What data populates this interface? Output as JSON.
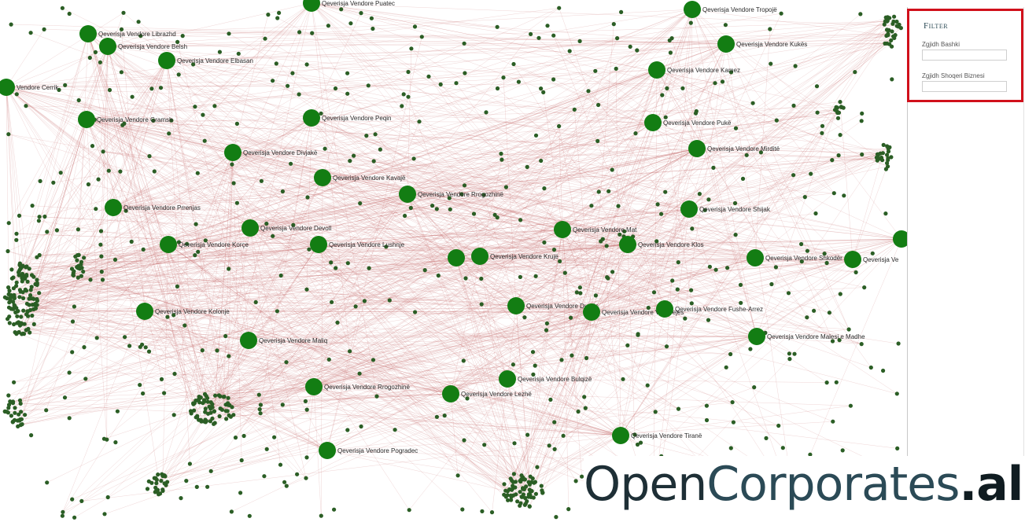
{
  "filter": {
    "title": "Filter",
    "municipality_label": "Zgjidh Bashki",
    "municipality_value": "",
    "company_label": "Zgjidh Shoqeri Biznesi",
    "company_value": ""
  },
  "brand": {
    "part1": "Open",
    "part2": "Corporates",
    "part3": ".al"
  },
  "colors": {
    "node": "#137d13",
    "small_node": "#2b5e25",
    "edge": "#c46a6a",
    "filter_border": "#d1101b"
  },
  "graph": {
    "hubs": [
      {
        "label": "Qeverisja Vendore Librazhd"
      },
      {
        "label": "Qeverisja Vendore Belsh"
      },
      {
        "label": "Qeverisja Vendore Elbasan"
      },
      {
        "label": "Vendore Cerrik"
      },
      {
        "label": "Qeverisja Vendore Gramsh"
      },
      {
        "label": "Qeverisja Vendore Peqin"
      },
      {
        "label": "Qeverisja Vendore Divjakë"
      },
      {
        "label": "Qeverisja Vendore Kavajë"
      },
      {
        "label": "Qeverisja Vendore Prrenjas"
      },
      {
        "label": "Qeverisja Vendore Rrogozhinë"
      },
      {
        "label": "Qeverisja Vendore Devoll"
      },
      {
        "label": "Qeverisja Vendore Korçe"
      },
      {
        "label": "Qeverisja Vendore Lushnje"
      },
      {
        "label": "Qeverisja Vendore Kolonje"
      },
      {
        "label": "Qeverisja Vendore Maliq"
      },
      {
        "label": "Qeverisja Vendore Rrogozhinë"
      },
      {
        "label": "Qeverisja Vendore Pogradec"
      },
      {
        "label": "Qeverisja Vendore Tropojë"
      },
      {
        "label": "Qeverisja Vendore Kukës"
      },
      {
        "label": "Qeverisja Vendore Kamez"
      },
      {
        "label": "Qeverisja Vendore Pukë"
      },
      {
        "label": "Qeverisja Vendore Mirditë"
      },
      {
        "label": "Qeverisja Vendore Shijak"
      },
      {
        "label": "Qeverisja Vendore Mat"
      },
      {
        "label": "Qeverisja Vendore Klos"
      },
      {
        "label": "Qeverisja Vendore Shkodër"
      },
      {
        "label": "Qeverisja Ve"
      },
      {
        "label": "Qeverisja Vendore Krujë"
      },
      {
        "label": "Qeverisja Vendore Durrës"
      },
      {
        "label": "Qeverisja Vendore Vau Dejes"
      },
      {
        "label": "Qeverisja Vendore Fushe-Arrez"
      },
      {
        "label": "Qeverisja Vendore Malesi e Madhe"
      },
      {
        "label": "Qeverisja Vendore Bulqizë"
      },
      {
        "label": "Qeverisja Vendore Lezhë"
      },
      {
        "label": "Qeverisja Vendore Tiranë"
      },
      {
        "label": ""
      },
      {
        "label": ""
      },
      {
        "label": "Qeverisja Vendore Puatec"
      }
    ]
  }
}
